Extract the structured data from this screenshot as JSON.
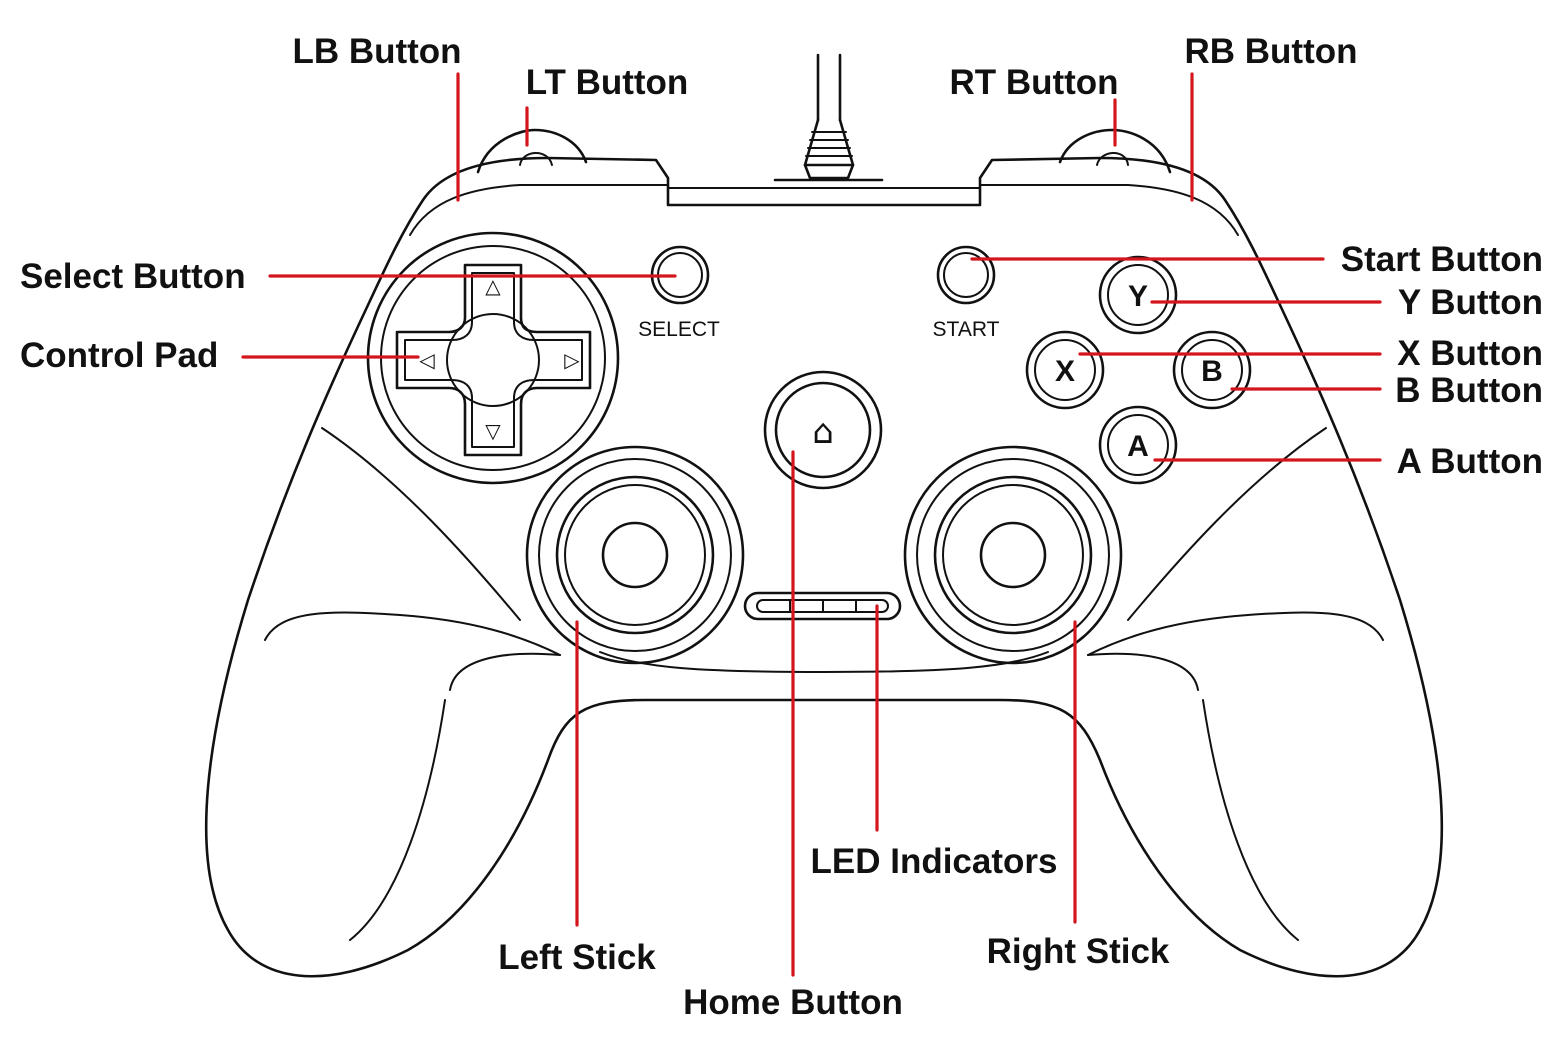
{
  "labels": {
    "lb": "LB Button",
    "lt": "LT Button",
    "rt": "RT Button",
    "rb": "RB Button",
    "select": "Select Button",
    "control_pad": "Control Pad",
    "start": "Start Button",
    "y": "Y Button",
    "x": "X Button",
    "b": "B Button",
    "a": "A Button",
    "led": "LED Indicators",
    "left_stick": "Left Stick",
    "right_stick": "Right Stick",
    "home": "Home Button"
  },
  "panel_text": {
    "select": "SELECT",
    "start": "START"
  },
  "face_buttons": {
    "y": "Y",
    "x": "X",
    "b": "B",
    "a": "A"
  },
  "icons": {
    "home": "home-icon",
    "dpad_up": "triangle-up-icon",
    "dpad_down": "triangle-down-icon",
    "dpad_left": "triangle-left-icon",
    "dpad_right": "triangle-right-icon"
  },
  "colors": {
    "leader_line": "#d4161c",
    "outline": "#111111",
    "background": "#ffffff"
  }
}
